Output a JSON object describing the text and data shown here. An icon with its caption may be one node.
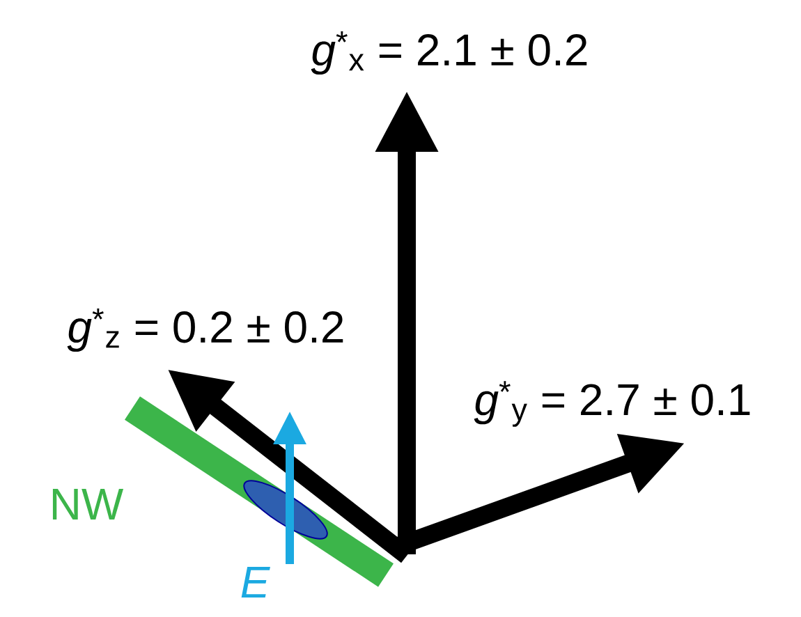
{
  "diagram": {
    "labels": [
      "*g*$^{*}$$_{x}$ = 2.1 ± 0.2",
      "*g*$^{*}$$_{z}$ = 0.2 ± 0.2",
      "*g*$^{*}$$_{y}$ = 2.7 ± 0.1",
      "NW",
      "E"
    ]
  }
}
